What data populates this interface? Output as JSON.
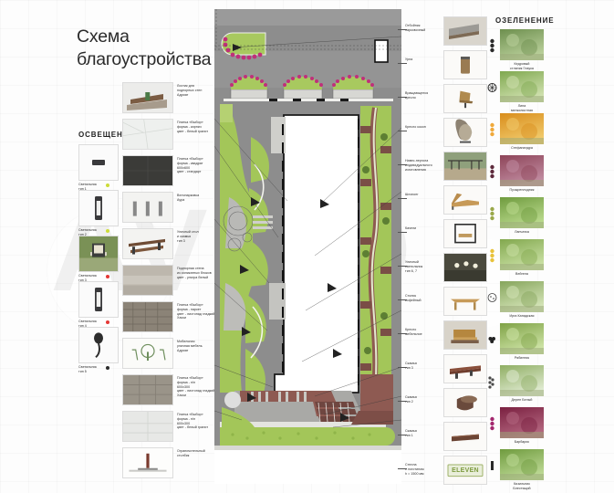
{
  "document": {
    "title": "Схема\nблагоустройства",
    "watermark": "AVITO"
  },
  "sections": {
    "lighting_header": "ОСВЕЩЕНИЕ",
    "greening_header": "ОЗЕЛЕНЕНИЕ"
  },
  "lighting": {
    "items": [
      {
        "label": "Светильник\nтип 1",
        "dot_color": "#cddc39",
        "icon": "bollard-light-icon"
      },
      {
        "label": "Светильник\nтип 2",
        "dot_color": "#cddc39",
        "icon": "pole-light-icon"
      },
      {
        "label": "Светильник\nтип 3",
        "dot_color": "#e53935",
        "icon": "lantern-photo-icon"
      },
      {
        "label": "Светильник\nтип 4",
        "dot_color": "#e53935",
        "icon": "pole-light-icon"
      },
      {
        "label": "Светильник\nтип 5",
        "dot_color": "#2b2b2b",
        "icon": "spot-light-icon"
      }
    ]
  },
  "materials": {
    "items": [
      {
        "label": "Лостик для\nподпорных стен\nАдриат",
        "icon": "bench-wall-icon"
      },
      {
        "label": "Плитка «Выбор»\nформа - кирпич\nцвет - белый гранит",
        "icon": "paving-white-icon"
      },
      {
        "label": "Плитка «Выбор»\nформа - квадрат\n600х600\nцвет - стандарт",
        "icon": "paving-dark-icon"
      },
      {
        "label": "Велопарковка\nАура",
        "icon": "bike-rack-icon"
      },
      {
        "label": "Уличный стол\nи скамья\nтип 3",
        "icon": "picnic-table-icon"
      },
      {
        "label": "Подпорная стена\nиз силикатных блоков\nцвет - ультра белый",
        "icon": "retaining-wall-icon"
      },
      {
        "label": "Плитка «Выбор»\nформа - паркет\nцвет - листопад гладкий\nХаски",
        "icon": "paving-parquet-icon"
      },
      {
        "label": "Мобильная\nуличная мебель\nАдриат",
        "icon": "mobile-furniture-icon"
      },
      {
        "label": "Плитка «Выбор»\nформа - п/п\n600х300\nцвет - листопад гладкий\nХаски",
        "icon": "paving-husky-icon"
      },
      {
        "label": "Плитка «Выбор»\nформа - п/п\n600х300\nцвет - белый гранит",
        "icon": "paving-granite-icon"
      },
      {
        "label": "Ограничительный\nстолбик",
        "icon": "bollard-post-icon"
      }
    ]
  },
  "equipment": {
    "items": [
      {
        "label": "Отбойник\nпарковочный",
        "icon": "parking-stop-icon"
      },
      {
        "label": "Урна",
        "icon": "trash-bin-icon"
      },
      {
        "label": "Вращающееся\nкресло",
        "icon": "swivel-chair-icon"
      },
      {
        "label": "Кресло кокон",
        "icon": "cocoon-chair-icon"
      },
      {
        "label": "Навес-пергола\nиндивидуального\nизготовления",
        "icon": "pergola-icon"
      },
      {
        "label": "Шезлонг",
        "icon": "lounger-icon"
      },
      {
        "label": "Качели",
        "icon": "swing-icon"
      },
      {
        "label": "Уличный\nсветильник\nтип 6, 7",
        "icon": "street-light-icon"
      },
      {
        "label": "Столик\nкофейный",
        "icon": "coffee-table-icon"
      },
      {
        "label": "Кресло\nмебельное",
        "icon": "armchair-icon"
      },
      {
        "label": "Скамья\nтип 3",
        "icon": "bench3-icon"
      },
      {
        "label": "Скамья\nтип 2",
        "icon": "bench2-icon"
      },
      {
        "label": "Скамья\nтип 1",
        "icon": "bench1-icon"
      },
      {
        "label": "Стелла\nс логотипом\nh = 1500 мм",
        "icon": "logo-stele-icon",
        "logo_text": "ELEVEN"
      }
    ]
  },
  "plants": {
    "items": [
      {
        "label": "Кедровый\nстланик Глаука",
        "marker": "dots-vertical-dark",
        "marker_color": "#2a2a2a",
        "photo_from": "#6d8f4e",
        "photo_to": "#b9cf9a"
      },
      {
        "label": "Липа\nмелколистная",
        "marker": "tree-circle",
        "marker_color": "#2a2a2a",
        "photo_from": "#7fa84f",
        "photo_to": "#cfe0ae"
      },
      {
        "label": "Стефанандра",
        "marker": "dots-vertical-orange",
        "marker_color": "#f0a93b",
        "photo_from": "#d98d1c",
        "photo_to": "#f0c96a"
      },
      {
        "label": "Пузыреплодник",
        "marker": "dots-vertical-plum",
        "marker_color": "#5e2a3c",
        "photo_from": "#8d4458",
        "photo_to": "#c08ba0"
      },
      {
        "label": "Лапчатка",
        "marker": "dots-vertical-olive",
        "marker_color": "#9aa84a",
        "photo_from": "#6f9b3e",
        "photo_to": "#b9d98c"
      },
      {
        "label": "Вейгела",
        "marker": "dots-vertical-yellow",
        "marker_color": "#e8c23a",
        "photo_from": "#82a84e",
        "photo_to": "#c8dfa2"
      },
      {
        "label": "Ирга Канадская",
        "marker": "tree-circle-open",
        "marker_color": "#3a3a3a",
        "photo_from": "#86a55c",
        "photo_to": "#d3e3b6"
      },
      {
        "label": "Рябинник",
        "marker": "cluster-dark",
        "marker_color": "#232323",
        "photo_from": "#7fa246",
        "photo_to": "#cde3a5"
      },
      {
        "label": "Дерен Белый",
        "marker": "dots-diagonal",
        "marker_color": "#4a4a4a",
        "photo_from": "#8fae63",
        "photo_to": "#dfead0"
      },
      {
        "label": "Барбарис",
        "marker": "dots-vertical-magenta",
        "marker_color": "#a3276e",
        "photo_from": "#7a2040",
        "photo_to": "#b3667f"
      },
      {
        "label": "Кизильник\nБлестящий",
        "marker": "bar-dark",
        "marker_color": "#2a2a2a",
        "photo_from": "#6f9b3e",
        "photo_to": "#bcd894"
      }
    ]
  },
  "plan": {
    "name": "site-improvement-plan",
    "colors": {
      "asphalt": "#8d8d8d",
      "pavement_light": "#c9c9c7",
      "lawn": "#9fc455",
      "lawn_dark": "#7fa83d",
      "paving_red": "#8e5a52",
      "paving_red_dark": "#6f4640",
      "building": "#ffffff",
      "outline": "#1a1a1a",
      "flowerbed": "#c0307a",
      "shrub": "#6f9b3e",
      "white_path": "#f2f2ee"
    }
  }
}
